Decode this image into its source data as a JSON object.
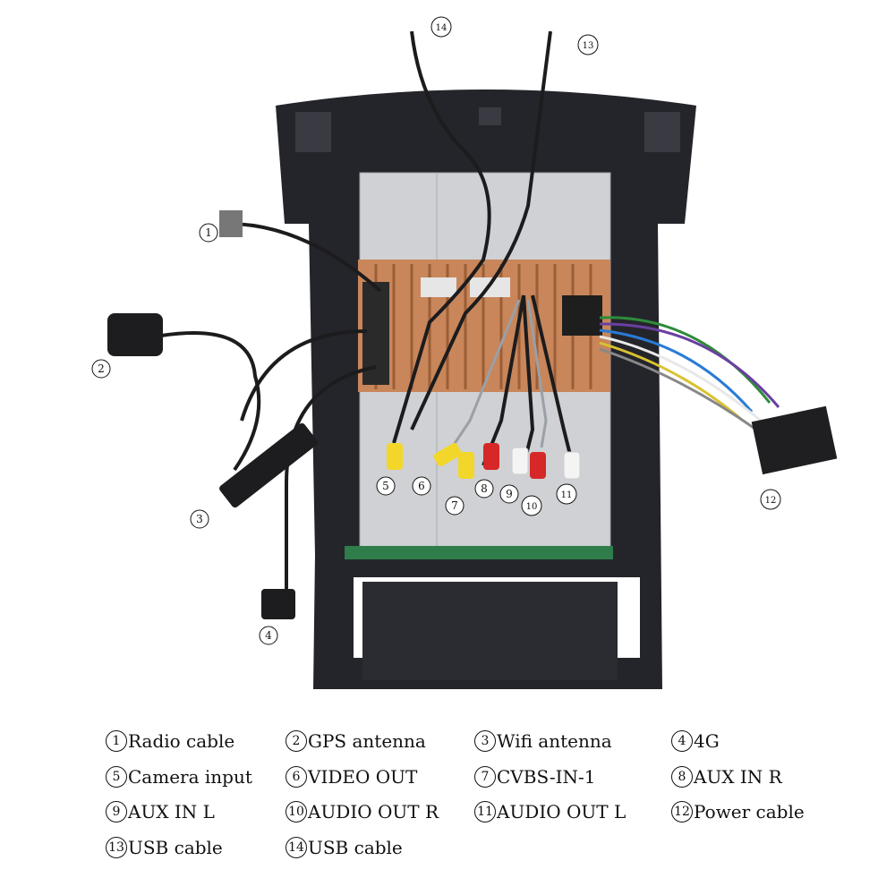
{
  "diagram": {
    "markers": [
      "1",
      "2",
      "3",
      "4",
      "5",
      "6",
      "7",
      "8",
      "9",
      "10",
      "11",
      "12",
      "13",
      "14"
    ]
  },
  "legend": {
    "items": [
      {
        "num": "1",
        "label": "Radio cable"
      },
      {
        "num": "2",
        "label": "GPS antenna"
      },
      {
        "num": "3",
        "label": "Wifi antenna"
      },
      {
        "num": "4",
        "label": "4G"
      },
      {
        "num": "5",
        "label": "Camera input"
      },
      {
        "num": "6",
        "label": "VIDEO OUT"
      },
      {
        "num": "7",
        "label": "CVBS-IN-1"
      },
      {
        "num": "8",
        "label": "AUX IN R"
      },
      {
        "num": "9",
        "label": "AUX IN L"
      },
      {
        "num": "10",
        "label": "AUDIO OUT R"
      },
      {
        "num": "11",
        "label": "AUDIO OUT L"
      },
      {
        "num": "12",
        "label": "Power cable"
      },
      {
        "num": "13",
        "label": "USB cable"
      },
      {
        "num": "14",
        "label": "USB cable"
      }
    ]
  },
  "colors": {
    "bezel": "#24252b",
    "panel": "#cfd1d4",
    "heatsink": "#c8865a",
    "rca_yellow": "#f2d72a",
    "rca_red": "#d62828",
    "rca_white": "#f4f4f4"
  }
}
